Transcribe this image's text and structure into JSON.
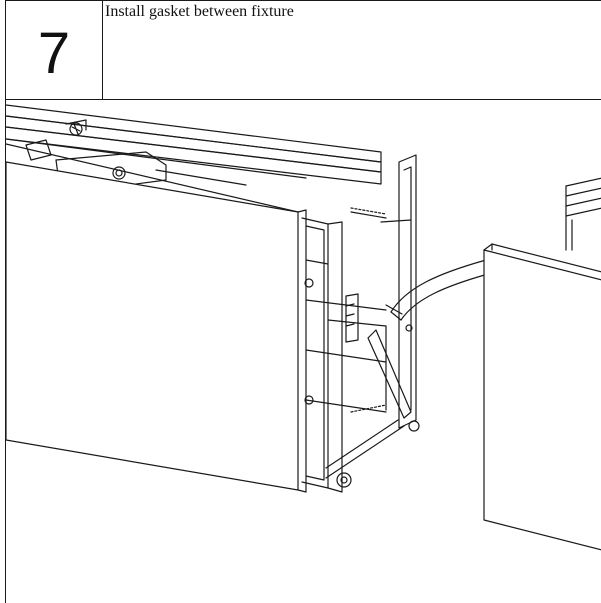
{
  "step": {
    "number": "7",
    "instruction": "Install gasket between fixture"
  },
  "illustration": {
    "parts": [
      "left-fixture",
      "end-cap-bracket",
      "gasket",
      "right-fixture"
    ]
  }
}
